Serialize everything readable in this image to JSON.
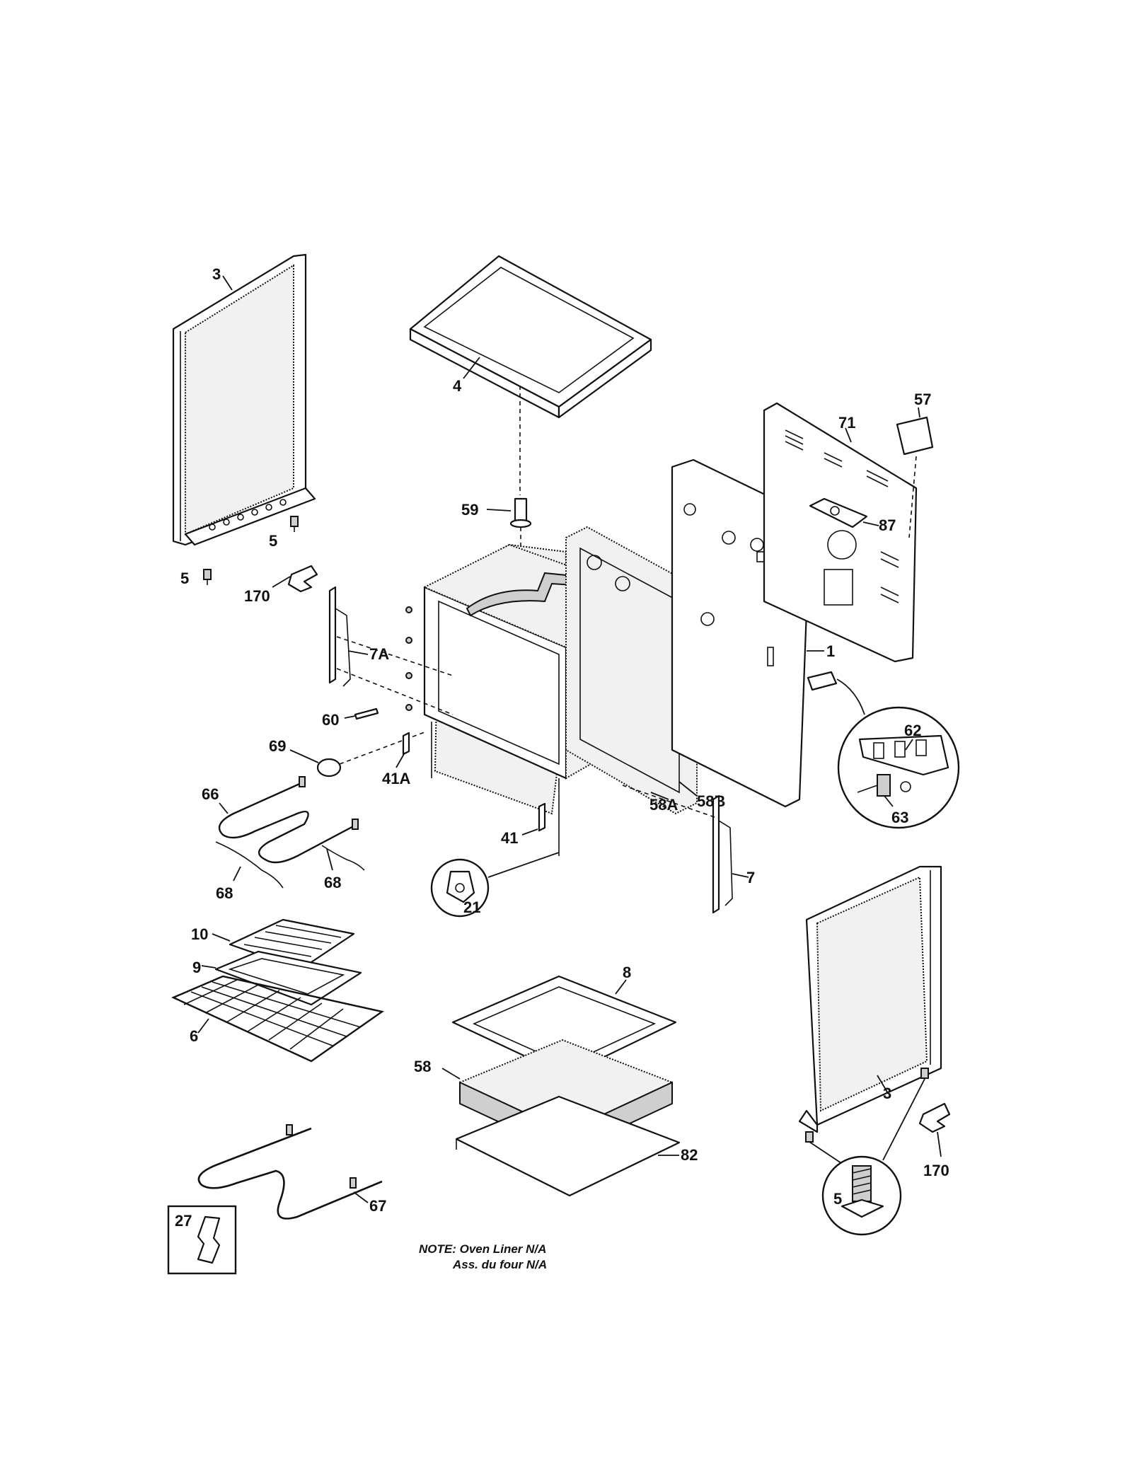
{
  "labels": {
    "side_panel_left": "3",
    "top_panel": "4",
    "screw_left_a": "5",
    "screw_left_b": "5",
    "bracket_left": "170",
    "rack_support_left": "7A",
    "tube_59": "59",
    "clip_60": "60",
    "light_69": "69",
    "clip_41a": "41A",
    "clip_41": "41",
    "broil_element": "66",
    "wire_68a": "68",
    "wire_68b": "68",
    "insulation_58a": "58A",
    "insulation_58b": "58B",
    "back_panel_71": "71",
    "cover_57": "57",
    "plate_87": "87",
    "frame_1": "1",
    "terminal_62": "62",
    "screw_63": "63",
    "nut_21": "21",
    "rack_support_right": "7",
    "broiler_grid": "10",
    "broiler_pan": "9",
    "oven_rack": "6",
    "drawer_frame": "8",
    "insulation_58": "58",
    "drawer_bottom": "82",
    "bake_element": "67",
    "clip_27": "27",
    "side_panel_right": "3",
    "leveler_5": "5",
    "bracket_right": "170"
  },
  "note": {
    "line1": "NOTE: Oven Liner N/A",
    "line2": "Ass. du four N/A"
  }
}
